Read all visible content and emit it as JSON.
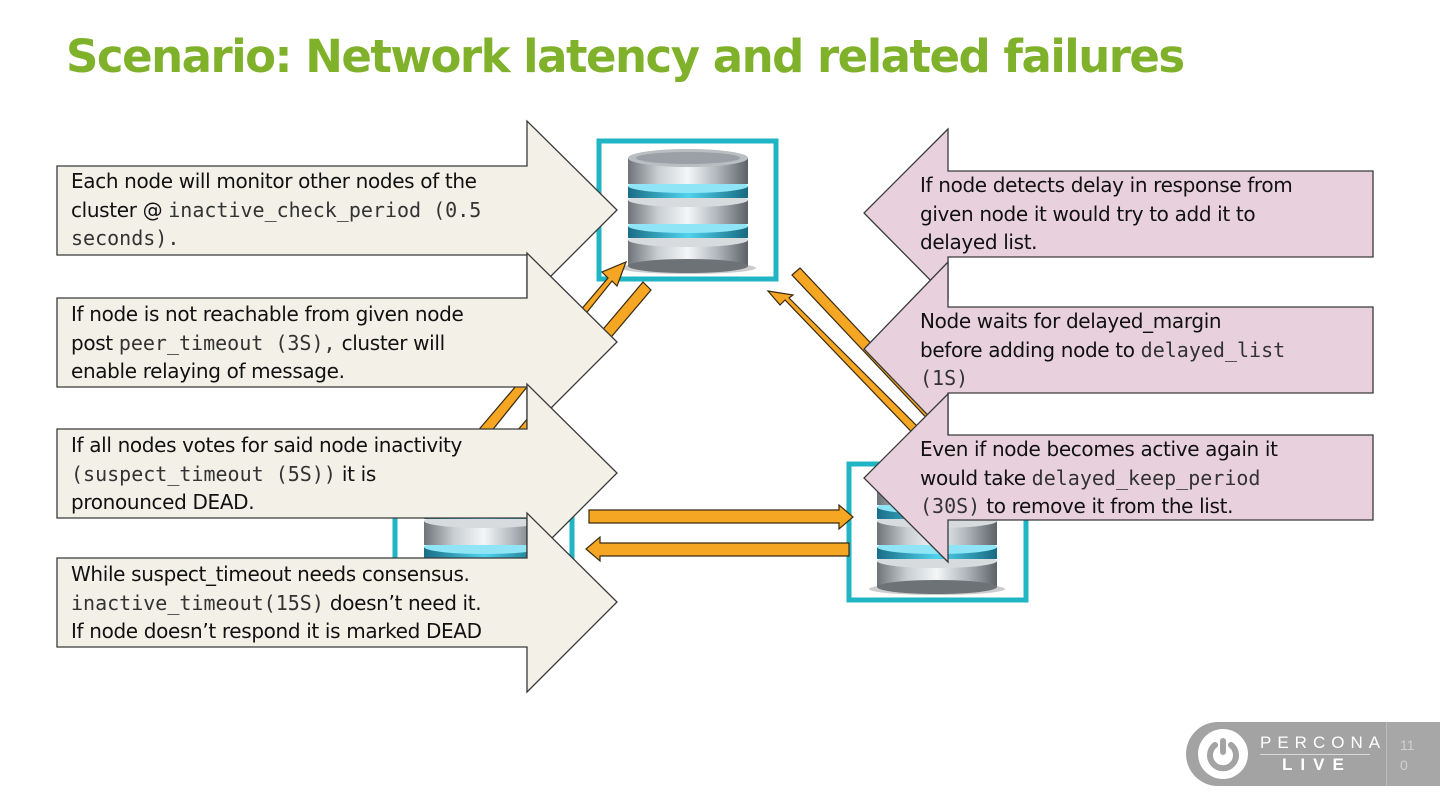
{
  "slide": {
    "title": "Scenario: Network latency and related failures",
    "page_number_line1": "11",
    "page_number_line2": "0"
  },
  "colors": {
    "title": "#7fb12a",
    "left_callout_fill": "#f2f0e7",
    "right_callout_fill": "#e8d1dd",
    "callout_border": "#3a3a3a",
    "node_frame": "#1fb5c4",
    "link_arrow": "#f5a623"
  },
  "nodes": [
    {
      "id": "top",
      "icon": "database-icon"
    },
    {
      "id": "bottom-left",
      "icon": "database-icon"
    },
    {
      "id": "bottom-right",
      "icon": "database-icon"
    }
  ],
  "left_callouts": [
    {
      "lines": [
        [
          {
            "t": "Each node will monitor other nodes of the"
          }
        ],
        [
          {
            "t": "cluster @ "
          },
          {
            "t": "inactive_check_period (0.5",
            "mono": true
          }
        ],
        [
          {
            "t": "seconds).",
            "mono": true
          }
        ]
      ]
    },
    {
      "lines": [
        [
          {
            "t": "If node is not reachable from given node"
          }
        ],
        [
          {
            "t": "post "
          },
          {
            "t": "peer_timeout (3S),",
            "mono": true
          },
          {
            "t": " cluster will"
          }
        ],
        [
          {
            "t": "enable  relaying of message."
          }
        ]
      ]
    },
    {
      "lines": [
        [
          {
            "t": "If all nodes votes for said node inactivity"
          }
        ],
        [
          {
            "t": "(suspect_timeout (5S))",
            "mono": true
          },
          {
            "t": " it is"
          }
        ],
        [
          {
            "t": "pronounced DEAD."
          }
        ]
      ]
    },
    {
      "lines": [
        [
          {
            "t": "While suspect_timeout needs consensus."
          }
        ],
        [
          {
            "t": "inactive_timeout(15S)",
            "mono": true
          },
          {
            "t": " doesn’t need it."
          }
        ],
        [
          {
            "t": "If node doesn’t respond it is marked DEAD"
          }
        ]
      ]
    }
  ],
  "right_callouts": [
    {
      "lines": [
        [
          {
            "t": "If node detects delay in response from"
          }
        ],
        [
          {
            "t": "given node it would try to add it to"
          }
        ],
        [
          {
            "t": "delayed list."
          }
        ]
      ]
    },
    {
      "lines": [
        [
          {
            "t": "Node waits for delayed_margin"
          }
        ],
        [
          {
            "t": "before adding node to "
          },
          {
            "t": "delayed_list",
            "mono": true
          }
        ],
        [
          {
            "t": "(1S)",
            "mono": true
          }
        ]
      ]
    },
    {
      "lines": [
        [
          {
            "t": "Even if node becomes active again it"
          }
        ],
        [
          {
            "t": "would take "
          },
          {
            "t": "delayed_keep_period",
            "mono": true
          }
        ],
        [
          {
            "t": "(30S)",
            "mono": true
          },
          {
            "t": " to remove it from the list."
          }
        ]
      ]
    }
  ],
  "logo": {
    "word1": "PERCONA",
    "word2": "LIVE",
    "icon": "power-icon"
  }
}
